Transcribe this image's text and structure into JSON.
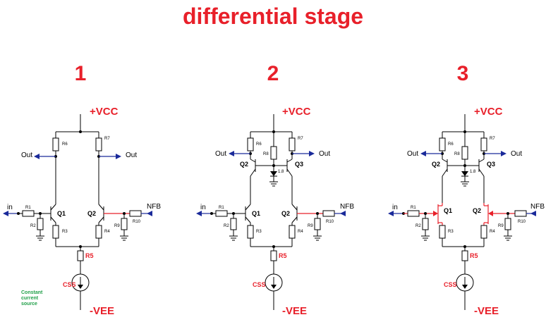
{
  "title": "differential stage",
  "colors": {
    "accent": "#e8202a",
    "wire": "#000000",
    "port": "#1a2a9a",
    "note": "#22a04a"
  },
  "variants": [
    {
      "number": "1",
      "vcc": "+VCC",
      "vee": "-VEE",
      "labels": {
        "r1": "R1",
        "r2": "R2",
        "r3": "R3",
        "r4": "R4",
        "r5": "R5",
        "r6": "R6",
        "r7": "R7",
        "r9": "R9",
        "r10": "R10",
        "q1": "Q1",
        "q2": "Q2",
        "css": "CSS",
        "in": "in",
        "nfb": "NFB",
        "out_left": "Out",
        "out_right": "Out"
      },
      "note": [
        "Constant",
        "current",
        "source"
      ]
    },
    {
      "number": "2",
      "vcc": "+VCC",
      "vee": "-VEE",
      "labels": {
        "r1": "R1",
        "r2": "R2",
        "r3": "R3",
        "r4": "R4",
        "r5": "R5",
        "r6": "R6",
        "r7": "R7",
        "r8": "R8",
        "r9": "R9",
        "r10": "R10",
        "q1": "Q1",
        "q2": "Q2",
        "q2top": "Q2",
        "q3": "Q3",
        "css": "CSS",
        "in": "in",
        "nfb": "NFB",
        "out_left": "Out",
        "out_right": "Out",
        "z1": "1.8"
      }
    },
    {
      "number": "3",
      "vcc": "+VCC",
      "vee": "-VEE",
      "labels": {
        "r1": "R1",
        "r2": "R2",
        "r3": "R3",
        "r4": "R4",
        "r5": "R5",
        "r6": "R6",
        "r7": "R7",
        "r8": "R8",
        "r9": "R9",
        "r10": "R10",
        "q1": "Q1",
        "q2": "Q2",
        "q2top": "Q2",
        "q3": "Q3",
        "css": "CSS",
        "in": "in",
        "nfb": "NFB",
        "out_left": "Out",
        "out_right": "Out",
        "z1": "1.8"
      }
    }
  ]
}
